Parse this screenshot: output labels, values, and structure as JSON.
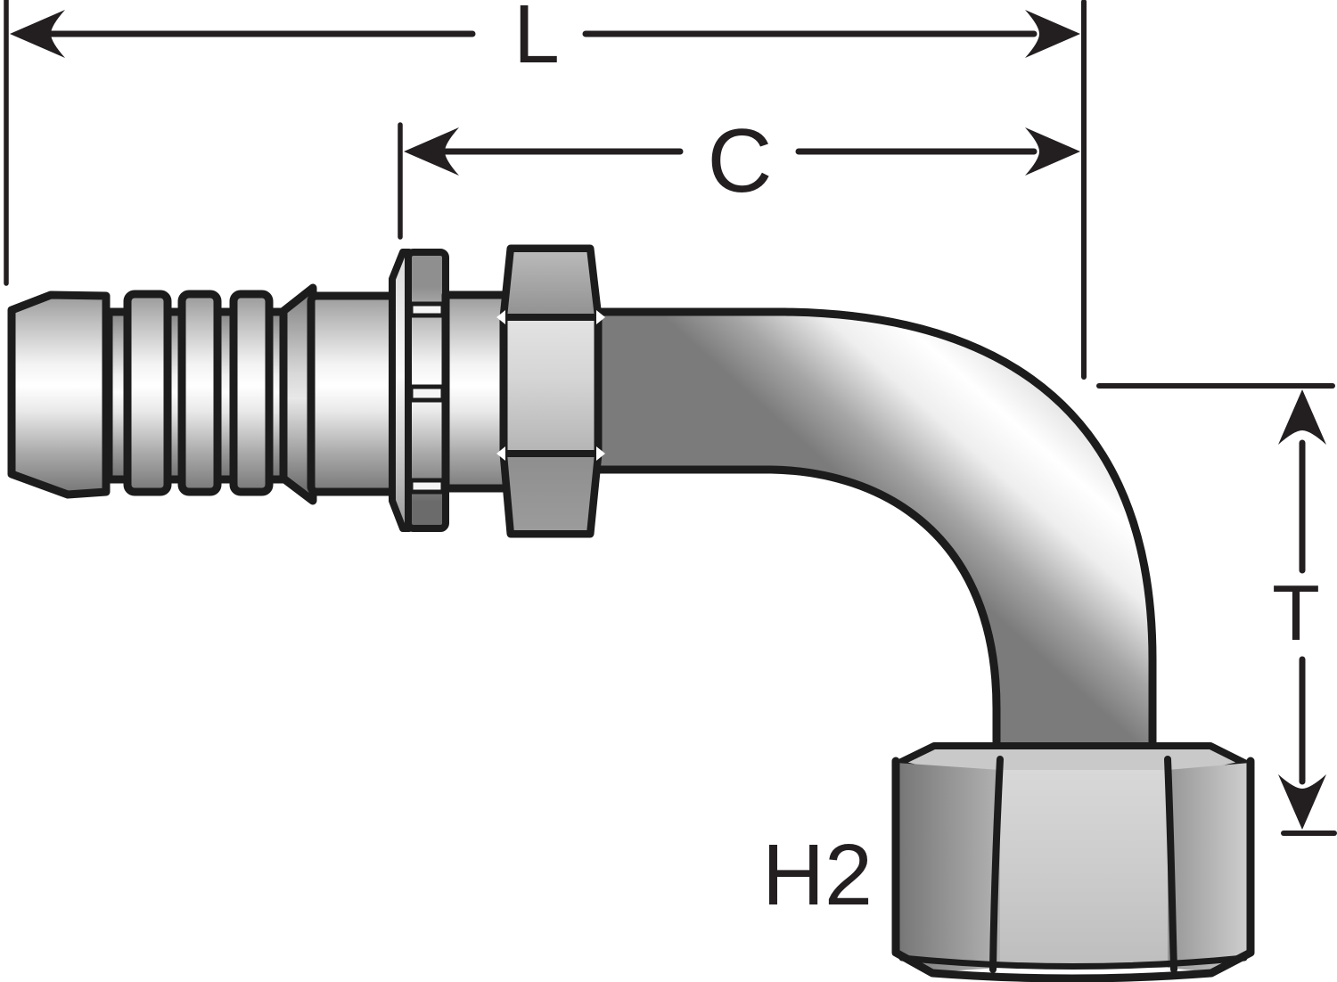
{
  "diagram": {
    "labels": {
      "L": "L",
      "C": "C",
      "T": "T",
      "H2": "H2"
    },
    "colors": {
      "line": "#231f20",
      "background": "#ffffff",
      "metal_highlight": "#ffffff",
      "metal_shadow": "#6b6b6b"
    }
  }
}
